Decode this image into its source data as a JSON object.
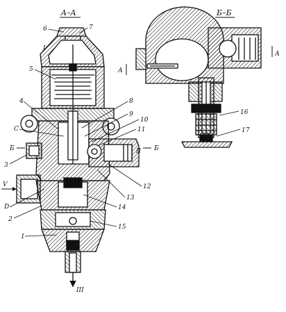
{
  "diagram": {
    "section_titles": {
      "left": "A–A",
      "right": "Б–Б"
    },
    "section_markers": [
      "А",
      "А",
      "Б",
      "Б"
    ],
    "letter_labels": [
      "С",
      "D"
    ],
    "ports": [
      "I",
      "II",
      "III",
      "V"
    ],
    "part_numbers": [
      "1",
      "2",
      "3",
      "4",
      "5",
      "6",
      "7",
      "8",
      "9",
      "10",
      "11",
      "12",
      "13",
      "14",
      "15",
      "16",
      "17"
    ],
    "colors": {
      "ink": "#111111",
      "hatch": "#222222",
      "paper": "#ffffff"
    }
  }
}
